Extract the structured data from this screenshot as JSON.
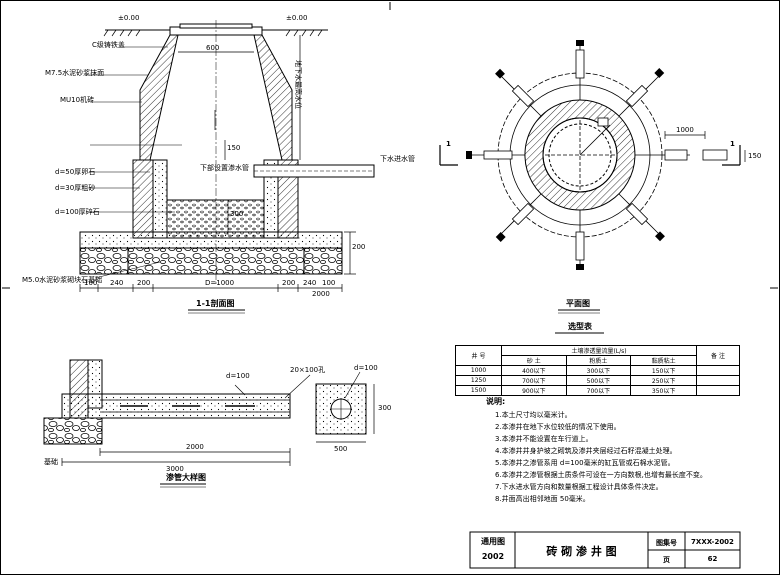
{
  "section_view": {
    "caption": "1-1剖面图",
    "labels": {
      "top_elev_left": "±0.00",
      "top_elev_right": "±0.00",
      "cover_label": "C级铸铁盖",
      "plaster_label": "M7.5水泥砂浆抹面",
      "brick_label": "MU10机砖",
      "water_level_label": "地下水最高水位",
      "wall_note": "下部设置渗水管",
      "pipe_label": "下水进水管",
      "filter1": "d=50厚卵石",
      "filter2": "d=30厚粗砂",
      "filter3": "d=100厚碎石",
      "base_note": "M5.0水泥砂浆砌块石基础",
      "d_600": "600",
      "d_150": "150",
      "d_300": "300",
      "d_200": "200",
      "bottom_dims": [
        "100",
        "240",
        "200",
        "D=1000",
        "200",
        "240",
        "100",
        "2000"
      ]
    }
  },
  "plan_view": {
    "caption": "平面图",
    "section_mark": "1",
    "dim_1000": "1000",
    "dim_150": "150"
  },
  "spec_table": {
    "title": "选型表",
    "header_main": "井  号",
    "header_group": "土壤渗透量流量(L/s)",
    "header_sub": [
      "砂  土",
      "粉质土",
      "黏质粘土"
    ],
    "header_note": "备  注",
    "rows": [
      [
        "1000",
        "400以下",
        "300以下",
        "150以下",
        ""
      ],
      [
        "1250",
        "700以下",
        "500以下",
        "250以下",
        ""
      ],
      [
        "1500",
        "900以下",
        "700以下",
        "350以下",
        ""
      ]
    ]
  },
  "pipe_detail": {
    "caption": "渗管大样图",
    "label_d100": "d=100",
    "label_slot": "20×100孔",
    "label_base": "基础",
    "dim_2000": "2000",
    "dim_3000": "3000",
    "dim_300": "300",
    "dim_500": "500",
    "section_label": "d=100"
  },
  "notes": {
    "heading": "说明:",
    "items": [
      "1.本土尺寸均以毫米计。",
      "2.本渗井在地下水位较低的情况下使用。",
      "3.本渗井不能设置在车行道上。",
      "4.本渗井井身护坡之砌筑及渗井夹层经过石籽混凝土处理。",
      "5.本渗井之渗管系用 d=100毫米的缸瓦管或石棉水泥管。",
      "6.本渗井之渗管根据土质条件可设在一方向数根,也增有最长度不变。",
      "7.下水进水管方向和数量根据工程设计具体条件决定。",
      "8.井面高出相邻地面 50毫米。"
    ]
  },
  "title_block": {
    "atlas_label": "通用图",
    "atlas_year": "2002",
    "drawing_title": "砖 砌 渗 井 图",
    "code_label": "图集号",
    "code_value": "7XXX-2002",
    "page_label": "页",
    "page_value": "62"
  }
}
